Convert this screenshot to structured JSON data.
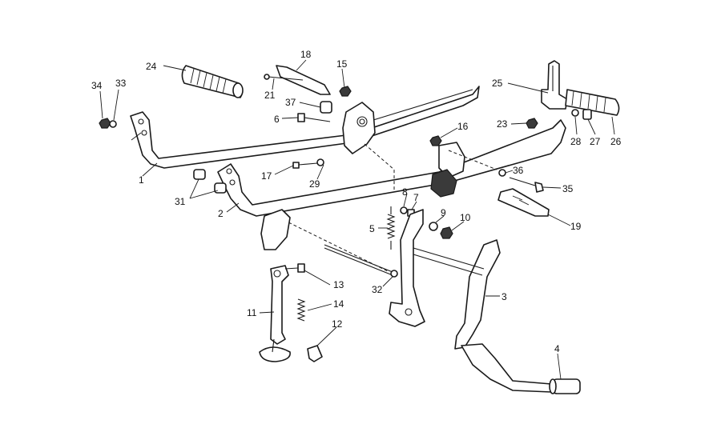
{
  "callouts": [
    {
      "id": "1",
      "label": "1"
    },
    {
      "id": "2",
      "label": "2"
    },
    {
      "id": "3",
      "label": "3"
    },
    {
      "id": "4",
      "label": "4"
    },
    {
      "id": "5",
      "label": "5"
    },
    {
      "id": "6",
      "label": "6"
    },
    {
      "id": "7",
      "label": "7"
    },
    {
      "id": "8",
      "label": "8"
    },
    {
      "id": "9",
      "label": "9"
    },
    {
      "id": "10",
      "label": "10"
    },
    {
      "id": "11",
      "label": "11"
    },
    {
      "id": "12",
      "label": "12"
    },
    {
      "id": "13",
      "label": "13"
    },
    {
      "id": "14",
      "label": "14"
    },
    {
      "id": "15",
      "label": "15"
    },
    {
      "id": "16",
      "label": "16"
    },
    {
      "id": "17",
      "label": "17"
    },
    {
      "id": "18",
      "label": "18"
    },
    {
      "id": "19",
      "label": "19"
    },
    {
      "id": "21",
      "label": "21"
    },
    {
      "id": "23",
      "label": "23"
    },
    {
      "id": "24",
      "label": "24"
    },
    {
      "id": "25",
      "label": "25"
    },
    {
      "id": "26",
      "label": "26"
    },
    {
      "id": "27",
      "label": "27"
    },
    {
      "id": "28",
      "label": "28"
    },
    {
      "id": "29",
      "label": "29"
    },
    {
      "id": "31",
      "label": "31"
    },
    {
      "id": "32",
      "label": "32"
    },
    {
      "id": "33",
      "label": "33"
    },
    {
      "id": "34",
      "label": "34"
    },
    {
      "id": "35",
      "label": "35"
    },
    {
      "id": "36",
      "label": "36"
    },
    {
      "id": "37",
      "label": "37"
    }
  ],
  "colors": {
    "background": "#ffffff",
    "line": "#1a1a1a"
  }
}
